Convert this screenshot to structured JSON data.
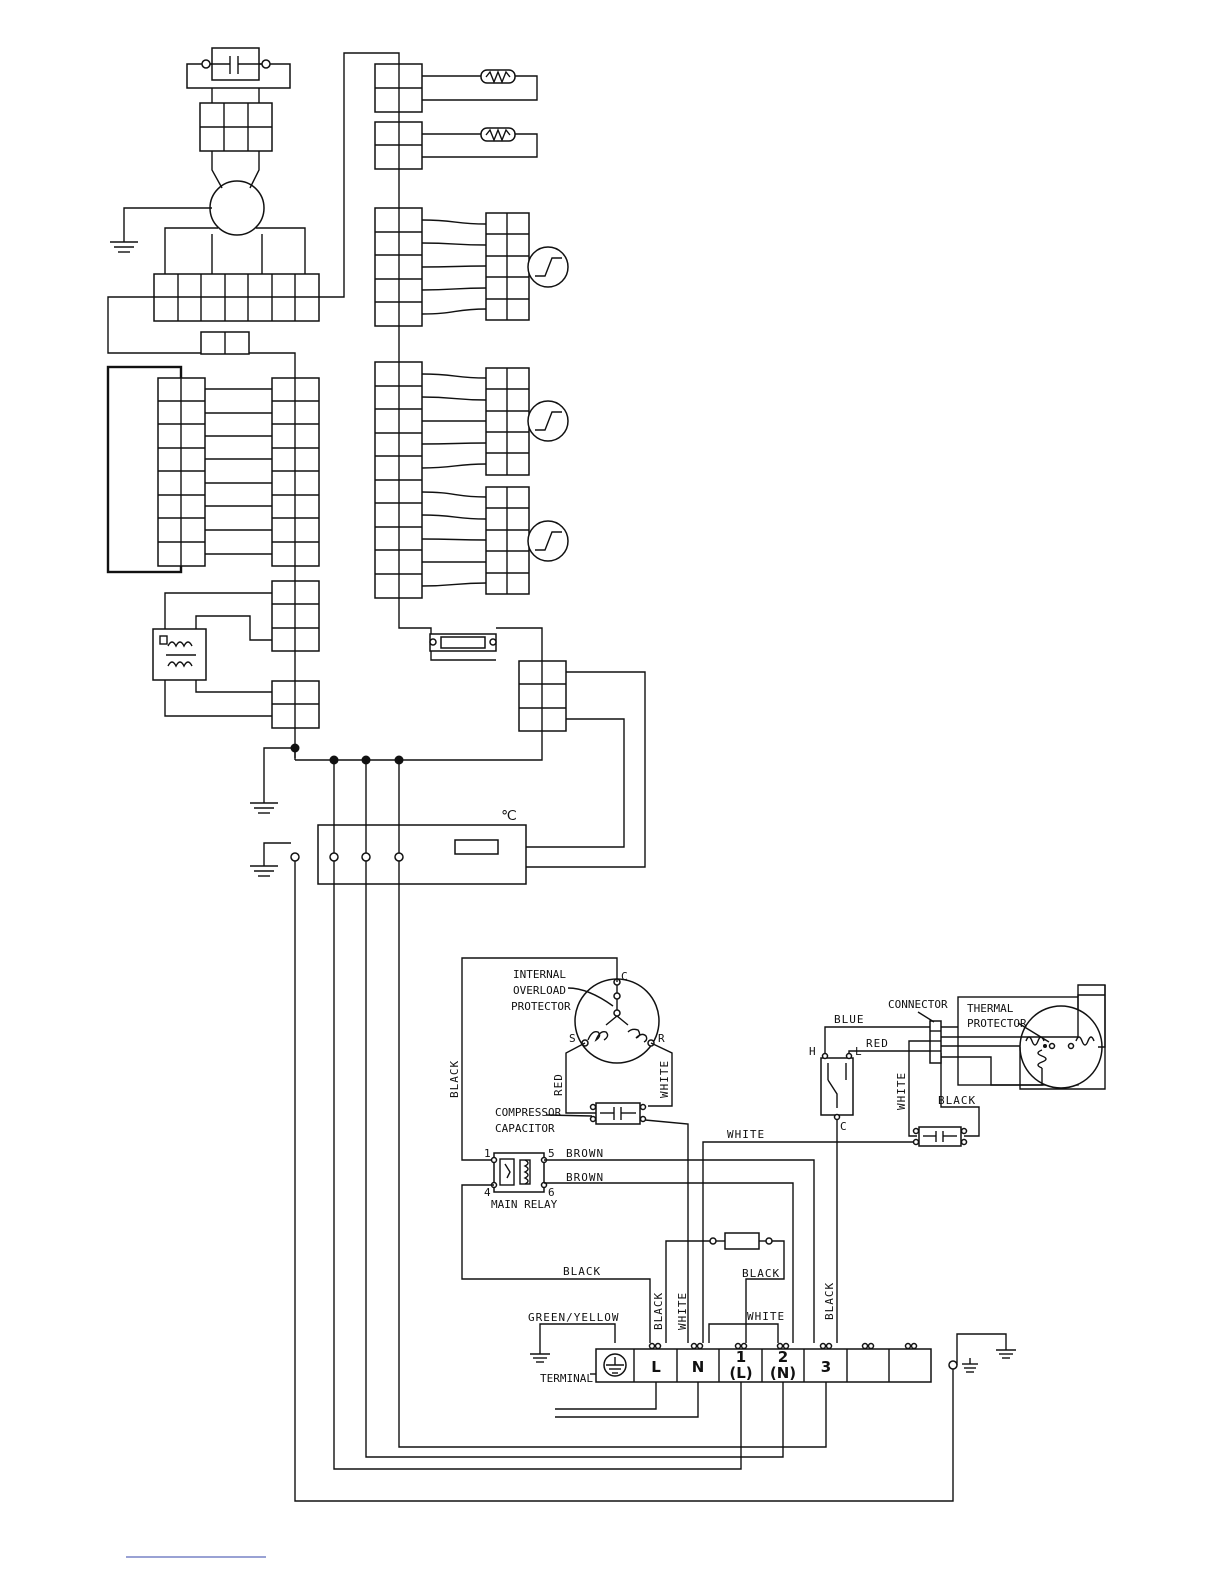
{
  "symbols": {
    "celsius": "℃"
  },
  "compressor": {
    "internal_overload_protector": [
      "INTERNAL",
      "OVERLOAD",
      "PROTECTOR"
    ],
    "terminal_c": "C",
    "terminal_s": "S",
    "terminal_r": "R",
    "capacitor": [
      "COMPRESSOR",
      "CAPACITOR"
    ]
  },
  "relay": {
    "label": "MAIN RELAY",
    "pins": [
      "1",
      "5",
      "4",
      "6"
    ]
  },
  "fan_motor": {
    "connector": "CONNECTOR",
    "thermal_protector": [
      "THERMAL",
      "PROTECTOR"
    ],
    "switch_h": "H",
    "switch_l": "L",
    "switch_c": "C"
  },
  "wire_labels": {
    "black_vertical_relay": "BLACK",
    "red_compressor": "RED",
    "white_compressor": "WHITE",
    "brown_1": "BROWN",
    "brown_2": "BROWN",
    "white_top": "WHITE",
    "blue": "BLUE",
    "red_fan": "RED",
    "white_fan": "WHITE",
    "black_fan_cap": "BLACK",
    "black_relay_bottom": "BLACK",
    "black_fuse": "BLACK",
    "black_L": "BLACK",
    "white_N": "WHITE",
    "white_12": "WHITE",
    "black_3": "BLACK",
    "green_yellow": "GREEN/YELLOW"
  },
  "terminal": {
    "label": "TERMINAL",
    "slots": [
      {
        "top": "L",
        "bottom": ""
      },
      {
        "top": "N",
        "bottom": ""
      },
      {
        "top": "1",
        "bottom": "(L)"
      },
      {
        "top": "2",
        "bottom": "(N)"
      },
      {
        "top": "3",
        "bottom": ""
      }
    ]
  }
}
